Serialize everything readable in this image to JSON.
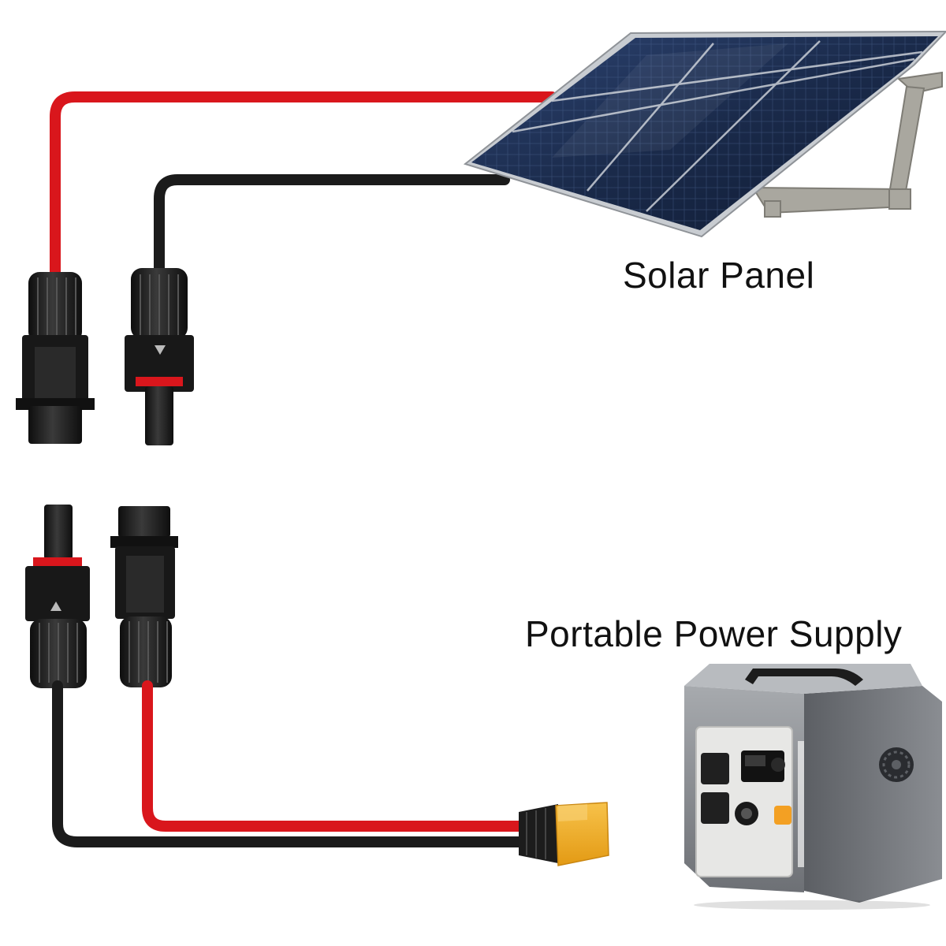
{
  "labels": {
    "solar_panel": "Solar Panel",
    "portable_power_supply": "Portable Power Supply"
  },
  "colors": {
    "red_cable": "#d9161c",
    "black_cable": "#1b1b1b",
    "panel_cell": "#1c2d4f",
    "panel_frame": "#b9bdc2",
    "xt60_yellow": "#f2ad20",
    "power_station_body": "#8e9196"
  },
  "icons": [
    "solar-panel-image",
    "mc4-connector-image",
    "xt60-connector-image",
    "power-station-image"
  ]
}
